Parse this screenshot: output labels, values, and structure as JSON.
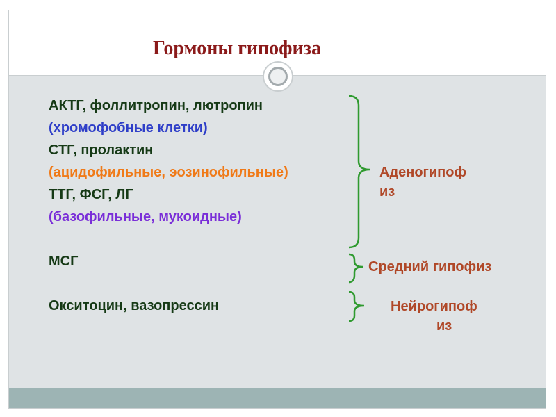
{
  "slide": {
    "title": "Гормоны гипофиза",
    "hormones": [
      {
        "text": "АКТГ, фоллитропин, лютропин",
        "color": "#163a16"
      },
      {
        "text": "(хромофобные клетки)",
        "color": "#2e3ec8"
      },
      {
        "text": "СТГ, пролактин",
        "color": "#163a16"
      },
      {
        "text": "(ацидофильные, эозинофильные)",
        "color": "#f07a18"
      },
      {
        "text": "ТТГ, ФСГ, ЛГ",
        "color": "#163a16"
      },
      {
        "text": "(базофильные, мукоидные)",
        "color": "#7a2ed8"
      },
      {
        "text": "МСГ",
        "color": "#163a16"
      },
      {
        "text": "Окситоцин, вазопрессин",
        "color": "#163a16"
      }
    ],
    "labels": {
      "adeno_line1": "Аденогипоф",
      "adeno_line2": "из",
      "middle": "Средний гипофиз",
      "neuro_line1": "Нейрогипоф",
      "neuro_line2": "из"
    },
    "colors": {
      "title": "#8b1a1a",
      "label": "#b04828",
      "brace": "#2f9a2f",
      "content_bg": "#dfe3e5",
      "footer_bar": "#9db4b4"
    }
  }
}
